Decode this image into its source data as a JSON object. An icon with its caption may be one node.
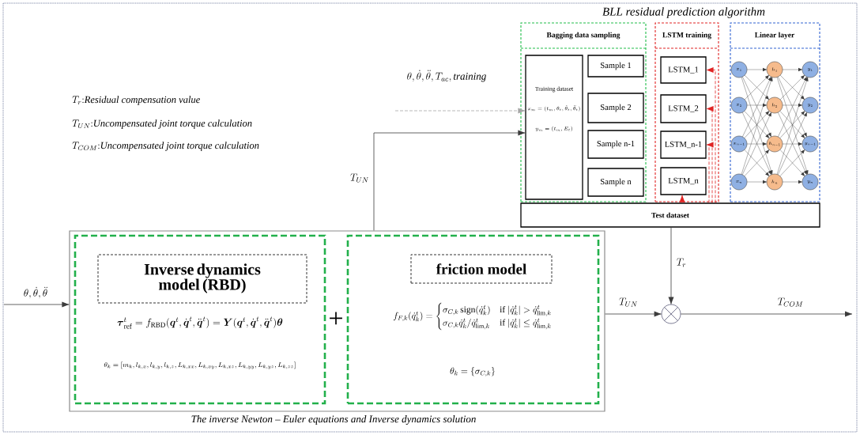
{
  "diagram": {
    "nodes": [
      {
        "text": [],
        "shape": "box"
      },
      {
        "text": [
          "\\boldsymbol{\\tau}^{t}_{\\mathrm{ref}}=f_{\\mathrm{RBD}}(\\boldsymbol{q}^{t},\\dot{\\boldsymbol{q}}^{t},\\ddot{\\boldsymbol{q}}^{t})=\\boldsymbol{Y}(\\boldsymbol{q}^{t},\\dot{\\boldsymbol{q}}^{t},\\ddot{\\boldsymbol{q}}^{t})\\boldsymbol{\\theta}",
          "\\theta_k=[m_k,l_{k,x},l_{k,y},l_{k,z},L_{k,xx},L_{k,xy},L_{k,xz},L_{k,yy},L_{k,yz},L_{k,zz}]"
        ],
        "in": 0
      },
      {
        "text": [
          "Inverse dynamics model (RBD)"
        ],
        "in": 1
      },
      {
        "text": [
          "f_{F,k}(\\dot{q}^t_k)=\\begin{cases}\\sigma_{C,k}\\,\\mathrm{sign}(\\dot{q}^t_k) & \\text{if } |\\dot{q}^t_k|>\\dot{q}^t_{\\mathrm{lim},k}\\\\ \\sigma_{C,k}\\dot{q}^t_k/\\dot{q}^t_{\\mathrm{lim},k} & \\text{if } |\\dot{q}^t_k|\\le\\dot{q}^t_{\\mathrm{lim},k}\\end{cases}",
          "\\theta_k=\\{\\sigma_{C,k}\\}"
        ],
        "in": 0
      },
      {
        "text": [
          "friction model"
        ],
        "in": 3
      },
      {
        "text": [],
        "shape": "circle"
      },
      {
        "text": [
          "Bagging data sampling"
        ]
      },
      {
        "text": [
          "Training dataset",
          "x_m=(t_m,\\theta_t,\\dot{\\theta}_t,\\ddot{\\theta}_t)",
          "y_m=(t_m,E_t)"
        ],
        "in": 6
      },
      {
        "text": [
          "Sample 1"
        ],
        "in": 6
      },
      {
        "text": [
          "Sample 2"
        ],
        "in": 6
      },
      {
        "text": [
          "Sample n-1"
        ],
        "in": 6
      },
      {
        "text": [
          "Sample n"
        ],
        "in": 6
      },
      {
        "text": [
          "LSTM training"
        ]
      },
      {
        "text": [
          "LSTM_1"
        ],
        "in": 12
      },
      {
        "text": [
          "LSTM_2"
        ],
        "in": 12
      },
      {
        "text": [
          "LSTM_n-1"
        ],
        "in": 12
      },
      {
        "text": [
          "LSTM_n"
        ],
        "in": 12
      },
      {
        "text": [
          "Linear layer"
        ]
      },
      {
        "text": [
          "x_1"
        ],
        "in": 17
      },
      {
        "text": [
          "x_2"
        ],
        "in": 17
      },
      {
        "text": [
          "x_{n-1}"
        ],
        "in": 17
      },
      {
        "text": [
          "x_n"
        ],
        "in": 17
      },
      {
        "text": [
          "h_1"
        ],
        "in": 17
      },
      {
        "text": [
          "h_2"
        ],
        "in": 17
      },
      {
        "text": [
          "h_{n-1}"
        ],
        "in": 17
      },
      {
        "text": [
          "h_n"
        ],
        "in": 17
      },
      {
        "text": [
          "y_1"
        ],
        "in": 17
      },
      {
        "text": [
          "y_2"
        ],
        "in": 17
      },
      {
        "text": [
          "y_{n-1}"
        ],
        "in": 17
      },
      {
        "text": [
          "y_n"
        ],
        "in": 17
      },
      {
        "text": [
          "Test dataset"
        ]
      }
    ],
    "edges": [
      {
        "from": null,
        "to": 0,
        "arrow": "to",
        "label": "\\theta,\\dot{\\theta},\\ddot{\\theta}"
      },
      {
        "from": 0,
        "to": 7,
        "arrow": "to",
        "label": "T_{UN}"
      },
      {
        "from": null,
        "to": 7,
        "arrow": "to",
        "style": "dashed",
        "color": "#a6a6a6",
        "label": "\\theta,\\dot{\\theta},\\ddot{\\theta},T_{ac},\\mathit{training}"
      },
      {
        "from": 0,
        "to": 5,
        "arrow": "to",
        "label": "T_{UN}"
      },
      {
        "from": 30,
        "to": 5,
        "arrow": "to",
        "label": "T_r"
      },
      {
        "from": 5,
        "to": null,
        "arrow": "to",
        "label": "T_{COM}"
      },
      {
        "from": 30,
        "to": 16,
        "arrow": "to",
        "style": "dashed",
        "color": "#e02424"
      },
      {
        "from": 30,
        "to": 15,
        "arrow": "to",
        "style": "dashed",
        "color": "#e02424"
      },
      {
        "from": 30,
        "to": 14,
        "arrow": "to",
        "style": "dashed",
        "color": "#e02424"
      },
      {
        "from": 30,
        "to": 13,
        "arrow": "to",
        "style": "dashed",
        "color": "#e02424"
      },
      {
        "from": 18,
        "to": 22,
        "arrow": "to"
      },
      {
        "from": 18,
        "to": 23,
        "arrow": "to"
      },
      {
        "from": 18,
        "to": 24,
        "arrow": "to"
      },
      {
        "from": 18,
        "to": 25,
        "arrow": "to"
      },
      {
        "from": 19,
        "to": 22,
        "arrow": "to"
      },
      {
        "from": 19,
        "to": 23,
        "arrow": "to"
      },
      {
        "from": 19,
        "to": 24,
        "arrow": "to"
      },
      {
        "from": 19,
        "to": 25,
        "arrow": "to"
      },
      {
        "from": 20,
        "to": 22,
        "arrow": "to"
      },
      {
        "from": 20,
        "to": 23,
        "arrow": "to"
      },
      {
        "from": 20,
        "to": 24,
        "arrow": "to"
      },
      {
        "from": 20,
        "to": 25,
        "arrow": "to"
      },
      {
        "from": 21,
        "to": 22,
        "arrow": "to"
      },
      {
        "from": 21,
        "to": 23,
        "arrow": "to"
      },
      {
        "from": 21,
        "to": 24,
        "arrow": "to"
      },
      {
        "from": 21,
        "to": 25,
        "arrow": "to"
      },
      {
        "from": 22,
        "to": 26,
        "arrow": "to"
      },
      {
        "from": 22,
        "to": 27,
        "arrow": "to"
      },
      {
        "from": 22,
        "to": 28,
        "arrow": "to"
      },
      {
        "from": 22,
        "to": 29,
        "arrow": "to"
      },
      {
        "from": 23,
        "to": 26,
        "arrow": "to"
      },
      {
        "from": 23,
        "to": 27,
        "arrow": "to"
      },
      {
        "from": 23,
        "to": 28,
        "arrow": "to"
      },
      {
        "from": 23,
        "to": 29,
        "arrow": "to"
      },
      {
        "from": 24,
        "to": 26,
        "arrow": "to"
      },
      {
        "from": 24,
        "to": 27,
        "arrow": "to"
      },
      {
        "from": 24,
        "to": 28,
        "arrow": "to"
      },
      {
        "from": 24,
        "to": 29,
        "arrow": "to"
      },
      {
        "from": 25,
        "to": 26,
        "arrow": "to"
      },
      {
        "from": 25,
        "to": 27,
        "arrow": "to"
      },
      {
        "from": 25,
        "to": 28,
        "arrow": "to"
      },
      {
        "from": 25,
        "to": 29,
        "arrow": "to"
      }
    ],
    "labels": [
      "BLL residual prediction algorithm",
      "T_r{:}\\textit{Residual compensation value}",
      "T_{UN}{:}\\textit{Uncompensated joint torque calculation}",
      "T_{COM}{:}\\textit{Uncompensated joint torque calculation}",
      "+",
      "The inverse Newton – Euler equations and Inverse dynamics solution"
    ]
  }
}
